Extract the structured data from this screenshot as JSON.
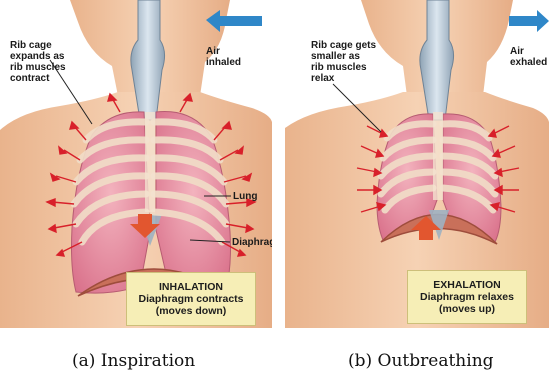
{
  "panels": [
    {
      "rib_label": [
        "Rib cage",
        "expands as",
        "rib muscles",
        "contract"
      ],
      "air_label": [
        "Air",
        "inhaled"
      ],
      "lung_label": "Lung",
      "diaphragm_label": "Diaphragm",
      "box": [
        "INHALATION",
        "Diaphragm contracts",
        "(moves down)"
      ],
      "caption": "(a)  Inspiration"
    },
    {
      "rib_label": [
        "Rib cage gets",
        "smaller as",
        "rib muscles",
        "relax"
      ],
      "air_label": [
        "Air",
        "exhaled"
      ],
      "box": [
        "EXHALATION",
        "Diaphragm relaxes",
        "(moves up)"
      ],
      "caption": "(b)  Outbreathing"
    }
  ],
  "colors": {
    "skin": "#f3c9a6",
    "lung": "#e98fa0",
    "rib": "#f4ddc8",
    "arrow_red": "#d8202a",
    "arrow_blue": "#2f87c8",
    "box_fill": "#f6eeb6"
  }
}
